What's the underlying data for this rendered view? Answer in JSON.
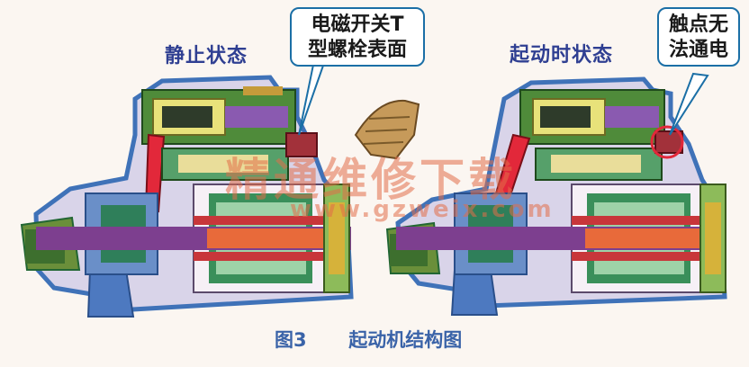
{
  "labels": {
    "static_state": "静止状态",
    "start_state": "起动时状态"
  },
  "callouts": {
    "left_line1": "电磁开关T",
    "left_line2": "型螺栓表面",
    "right_line1": "触点无",
    "right_line2": "法通电"
  },
  "watermark": {
    "cn": "精通维修下载",
    "url": "www.gzweix.com"
  },
  "caption": {
    "fig": "图3",
    "title": "起动机结构图"
  },
  "colors": {
    "housing_blue": "#3f72b8",
    "red_lever": "#e2283a",
    "armature_green": "#3a8f5a",
    "shaft_purple": "#7d3f8f",
    "label_blue": "#2f3f92"
  }
}
